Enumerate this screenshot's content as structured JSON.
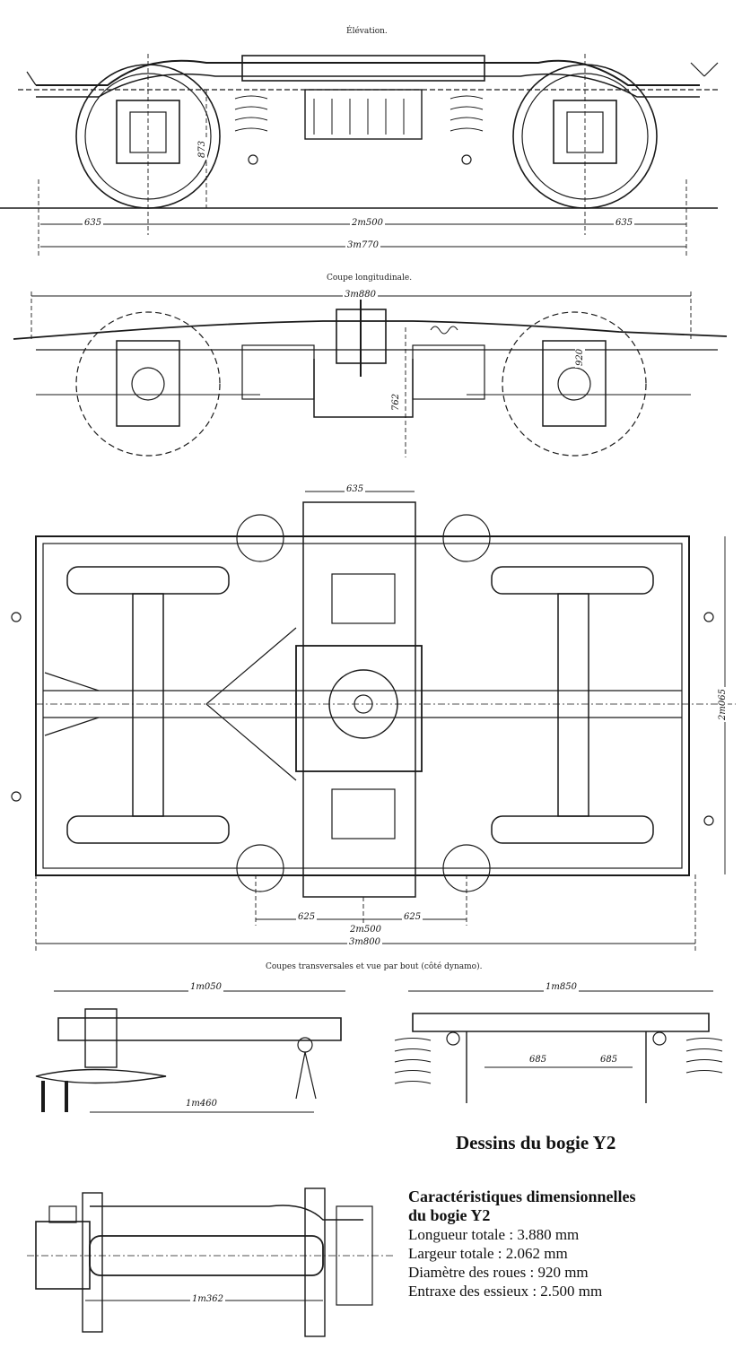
{
  "captions": {
    "elevation": "Élévation.",
    "longitudinal": "Coupe longitudinale.",
    "transverse": "Coupes transversales et vue par bout (côté dynamo)."
  },
  "dimensions": {
    "elev_left_overhang": "635",
    "elev_wheelbase": "2m500",
    "elev_right_overhang": "635",
    "elev_total_length": "3m770",
    "elev_height": "873",
    "long_total": "3m880",
    "long_depth": "762",
    "long_wheel_dia": "920",
    "plan_top_width": "635",
    "plan_left_half": "625",
    "plan_right_half": "625",
    "plan_wheelbase": "2m500",
    "plan_total": "3m800",
    "plan_width": "2m065",
    "trans_left_top": "1m050",
    "trans_left_bottom": "1m460",
    "trans_right_top": "1m850",
    "trans_right_a": "685",
    "trans_right_b": "685",
    "end_view_axle": "1m362"
  },
  "title": "Dessins du bogie Y2",
  "specs": {
    "heading_line1": "Caractéristiques dimensionnelles",
    "heading_line2": "du bogie Y2",
    "items": [
      "Longueur totale : 3.880 mm",
      "Largeur totale : 2.062 mm",
      "Diamètre des roues : 920 mm",
      "Entraxe des essieux : 2.500 mm"
    ]
  }
}
